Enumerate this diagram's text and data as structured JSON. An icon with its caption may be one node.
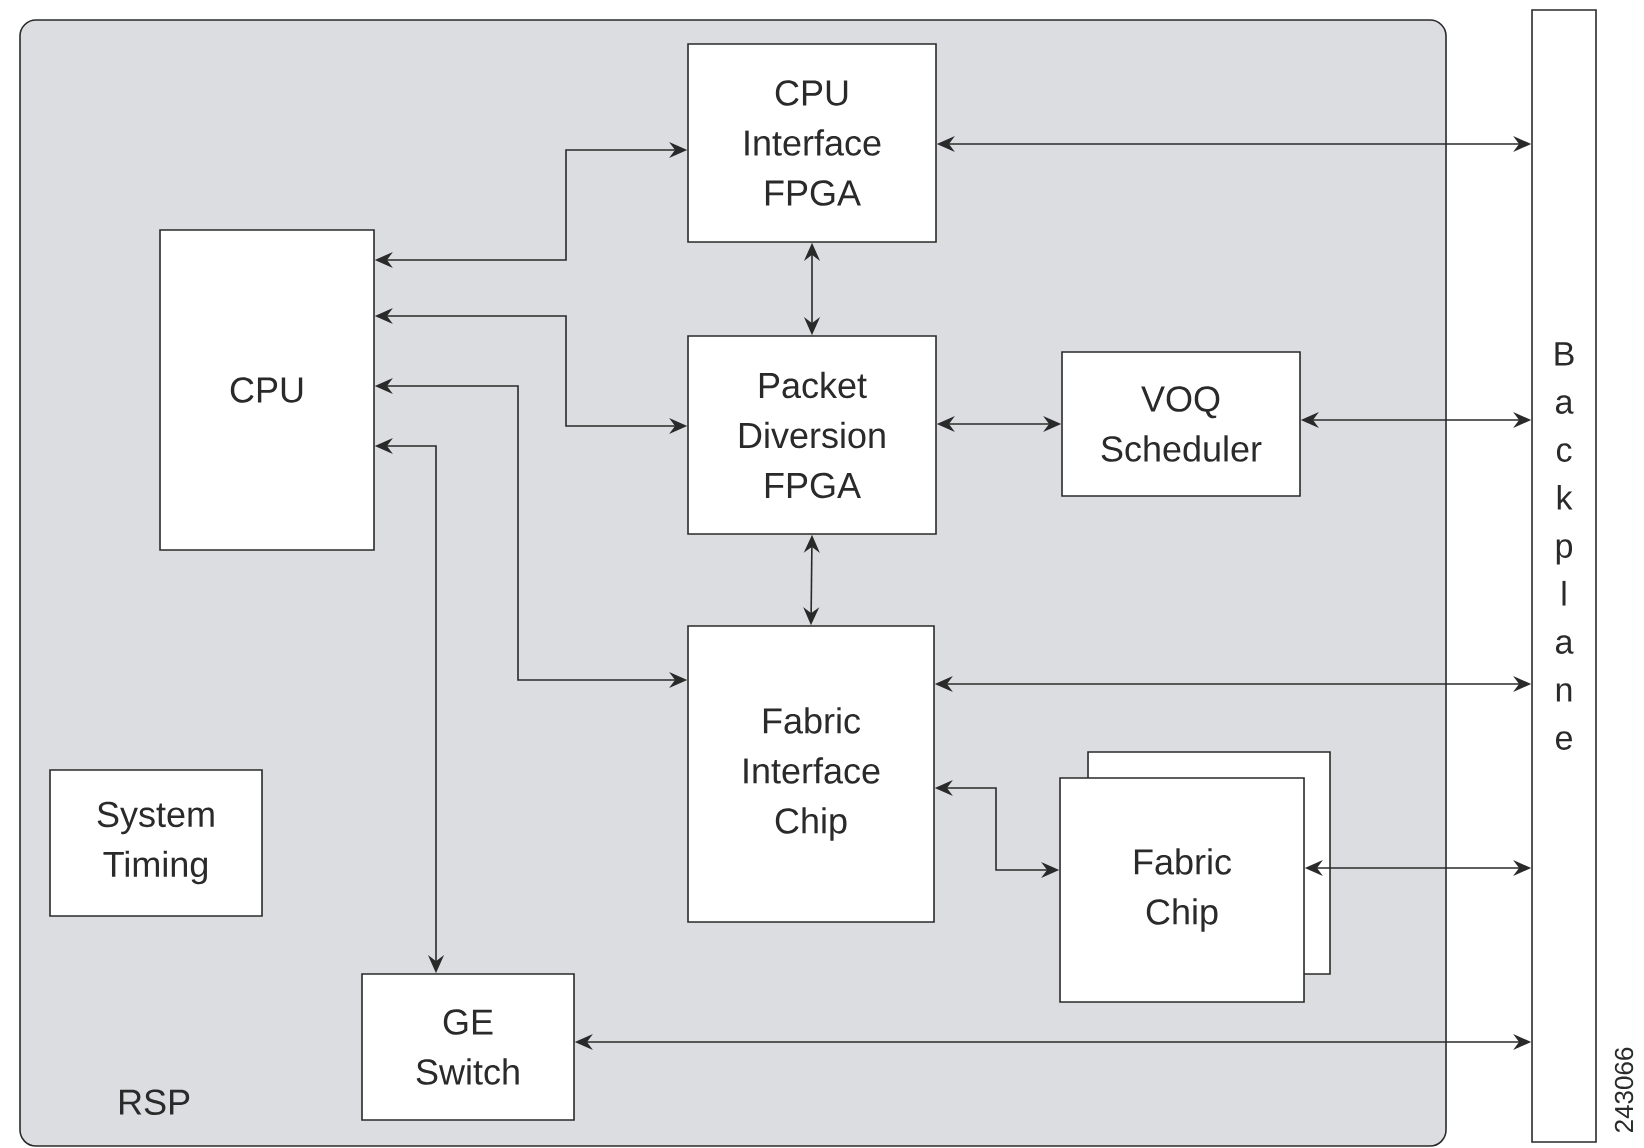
{
  "diagram": {
    "nodes": [
      {
        "text": [
          "RSP"
        ]
      },
      {
        "text": [
          "CPU Interface FPGA"
        ],
        "in": 0
      },
      {
        "text": [
          "CPU"
        ],
        "in": 0
      },
      {
        "text": [
          "Packet Diversion FPGA"
        ],
        "in": 0
      },
      {
        "text": [
          "VOQ Scheduler"
        ],
        "in": 0
      },
      {
        "text": [
          "Fabric Interface Chip"
        ],
        "in": 0
      },
      {
        "text": [
          "Fabric Chip"
        ],
        "in": 0
      },
      {
        "text": [
          "System Timing"
        ],
        "in": 0
      },
      {
        "text": [
          "GE Switch"
        ],
        "in": 0
      },
      {
        "text": [
          "Backplane"
        ]
      }
    ],
    "edges": [
      {
        "from": 2,
        "to": 1,
        "arrow": "both"
      },
      {
        "from": 2,
        "to": 3,
        "arrow": "both"
      },
      {
        "from": 2,
        "to": 5,
        "arrow": "both"
      },
      {
        "from": 2,
        "to": 8,
        "arrow": "both"
      },
      {
        "from": 1,
        "to": 3,
        "arrow": "both"
      },
      {
        "from": 3,
        "to": 4,
        "arrow": "both"
      },
      {
        "from": 3,
        "to": 5,
        "arrow": "both"
      },
      {
        "from": 1,
        "to": 9,
        "arrow": "both"
      },
      {
        "from": 4,
        "to": 9,
        "arrow": "both"
      },
      {
        "from": 5,
        "to": 9,
        "arrow": "both"
      },
      {
        "from": 5,
        "to": 6,
        "arrow": "both"
      },
      {
        "from": 6,
        "to": 9,
        "arrow": "both"
      },
      {
        "from": 8,
        "to": 9,
        "arrow": "both"
      }
    ],
    "labels": [
      "243066"
    ]
  }
}
